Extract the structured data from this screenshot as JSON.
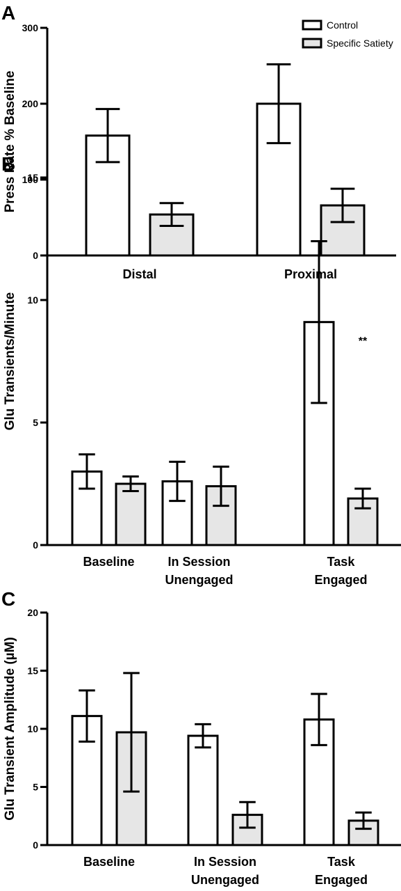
{
  "chart_data": [
    {
      "type": "bar",
      "panel": "A",
      "ylabel": "Press Rate % Baseline",
      "ylim": [
        0,
        300
      ],
      "yticks": [
        "0",
        "100",
        "200",
        "300"
      ],
      "categories": [
        "Distal",
        "Proximal"
      ],
      "series": [
        {
          "name": "Control",
          "values": [
            158,
            200
          ],
          "errors": [
            35,
            52
          ],
          "color": "#ffffff"
        },
        {
          "name": "Specific Satiety",
          "values": [
            54,
            66
          ],
          "errors": [
            15,
            22
          ],
          "color": "#e6e6e6"
        }
      ],
      "legend": "top-right",
      "annotations": []
    },
    {
      "type": "bar",
      "panel": "B",
      "ylabel": "Glu Transients/Minute",
      "ylim": [
        0,
        15
      ],
      "yticks": [
        "0",
        "5",
        "10",
        "15"
      ],
      "categories": [
        [
          "Baseline"
        ],
        [
          "In Session",
          "Unengaged"
        ],
        [
          "Task",
          "Engaged"
        ]
      ],
      "series": [
        {
          "values": [
            3.0,
            2.6,
            9.1
          ],
          "errors": [
            0.7,
            0.8,
            3.3
          ],
          "color": "#ffffff"
        },
        {
          "values": [
            2.5,
            2.4,
            1.9
          ],
          "errors": [
            0.3,
            0.8,
            0.4
          ],
          "color": "#e6e6e6"
        }
      ],
      "annotations": [
        {
          "text": "**",
          "category": 2
        }
      ]
    },
    {
      "type": "bar",
      "panel": "C",
      "ylabel": "Glu Transient Amplitude (µM)",
      "ylim": [
        0,
        20
      ],
      "yticks": [
        "0",
        "5",
        "10",
        "15",
        "20"
      ],
      "categories": [
        [
          "Baseline"
        ],
        [
          "In Session",
          "Unengaged"
        ],
        [
          "Task",
          "Engaged"
        ]
      ],
      "series": [
        {
          "values": [
            11.1,
            9.4,
            10.8
          ],
          "errors": [
            2.2,
            1.0,
            2.2
          ],
          "color": "#ffffff"
        },
        {
          "values": [
            9.7,
            2.6,
            2.1
          ],
          "errors": [
            5.1,
            1.1,
            0.7
          ],
          "color": "#e6e6e6"
        }
      ],
      "annotations": []
    }
  ]
}
